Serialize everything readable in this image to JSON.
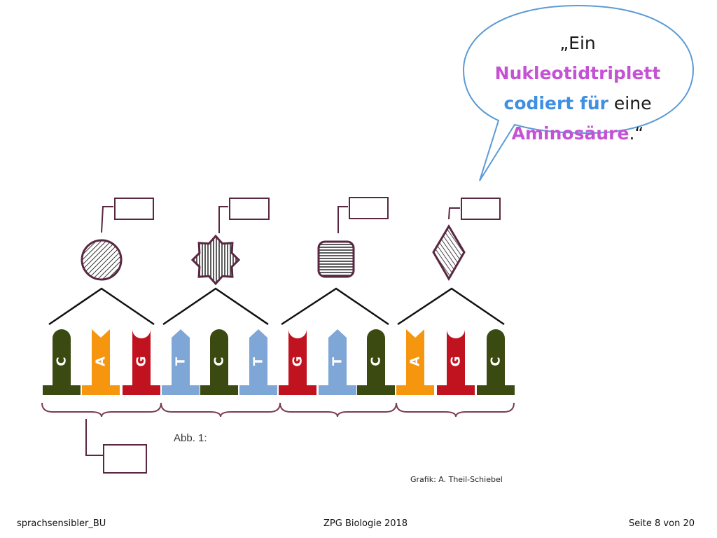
{
  "speech_bubble": {
    "quote_open": "„Ein ",
    "term_nucleotide_triplet": "Nukleotidtriplett",
    "term_codes_for": "codiert für",
    "text_eine": " eine",
    "term_amino_acid": "Aminosäure",
    "quote_close": ".“"
  },
  "figure_label": "Abb. 1:",
  "credit": "Grafik: A. Theil-Schiebel",
  "footer": {
    "left": "sprachsensibler_BU",
    "center": "ZPG Biologie 2018",
    "right": "Seite 8 von 20"
  },
  "colors": {
    "C": "#3b4a11",
    "A": "#f5960e",
    "G": "#c1121f",
    "T": "#7ea6d6",
    "outline": "#5a2740",
    "highlight_purple": "#c552d4",
    "highlight_blue": "#3f8fe3"
  },
  "triplets": [
    {
      "amino_acid_shape": "circle",
      "bases": [
        "C",
        "A",
        "G"
      ]
    },
    {
      "amino_acid_shape": "star",
      "bases": [
        "T",
        "C",
        "T"
      ]
    },
    {
      "amino_acid_shape": "rounded-square",
      "bases": [
        "G",
        "T",
        "C"
      ]
    },
    {
      "amino_acid_shape": "diamond",
      "bases": [
        "A",
        "G",
        "C"
      ]
    }
  ]
}
